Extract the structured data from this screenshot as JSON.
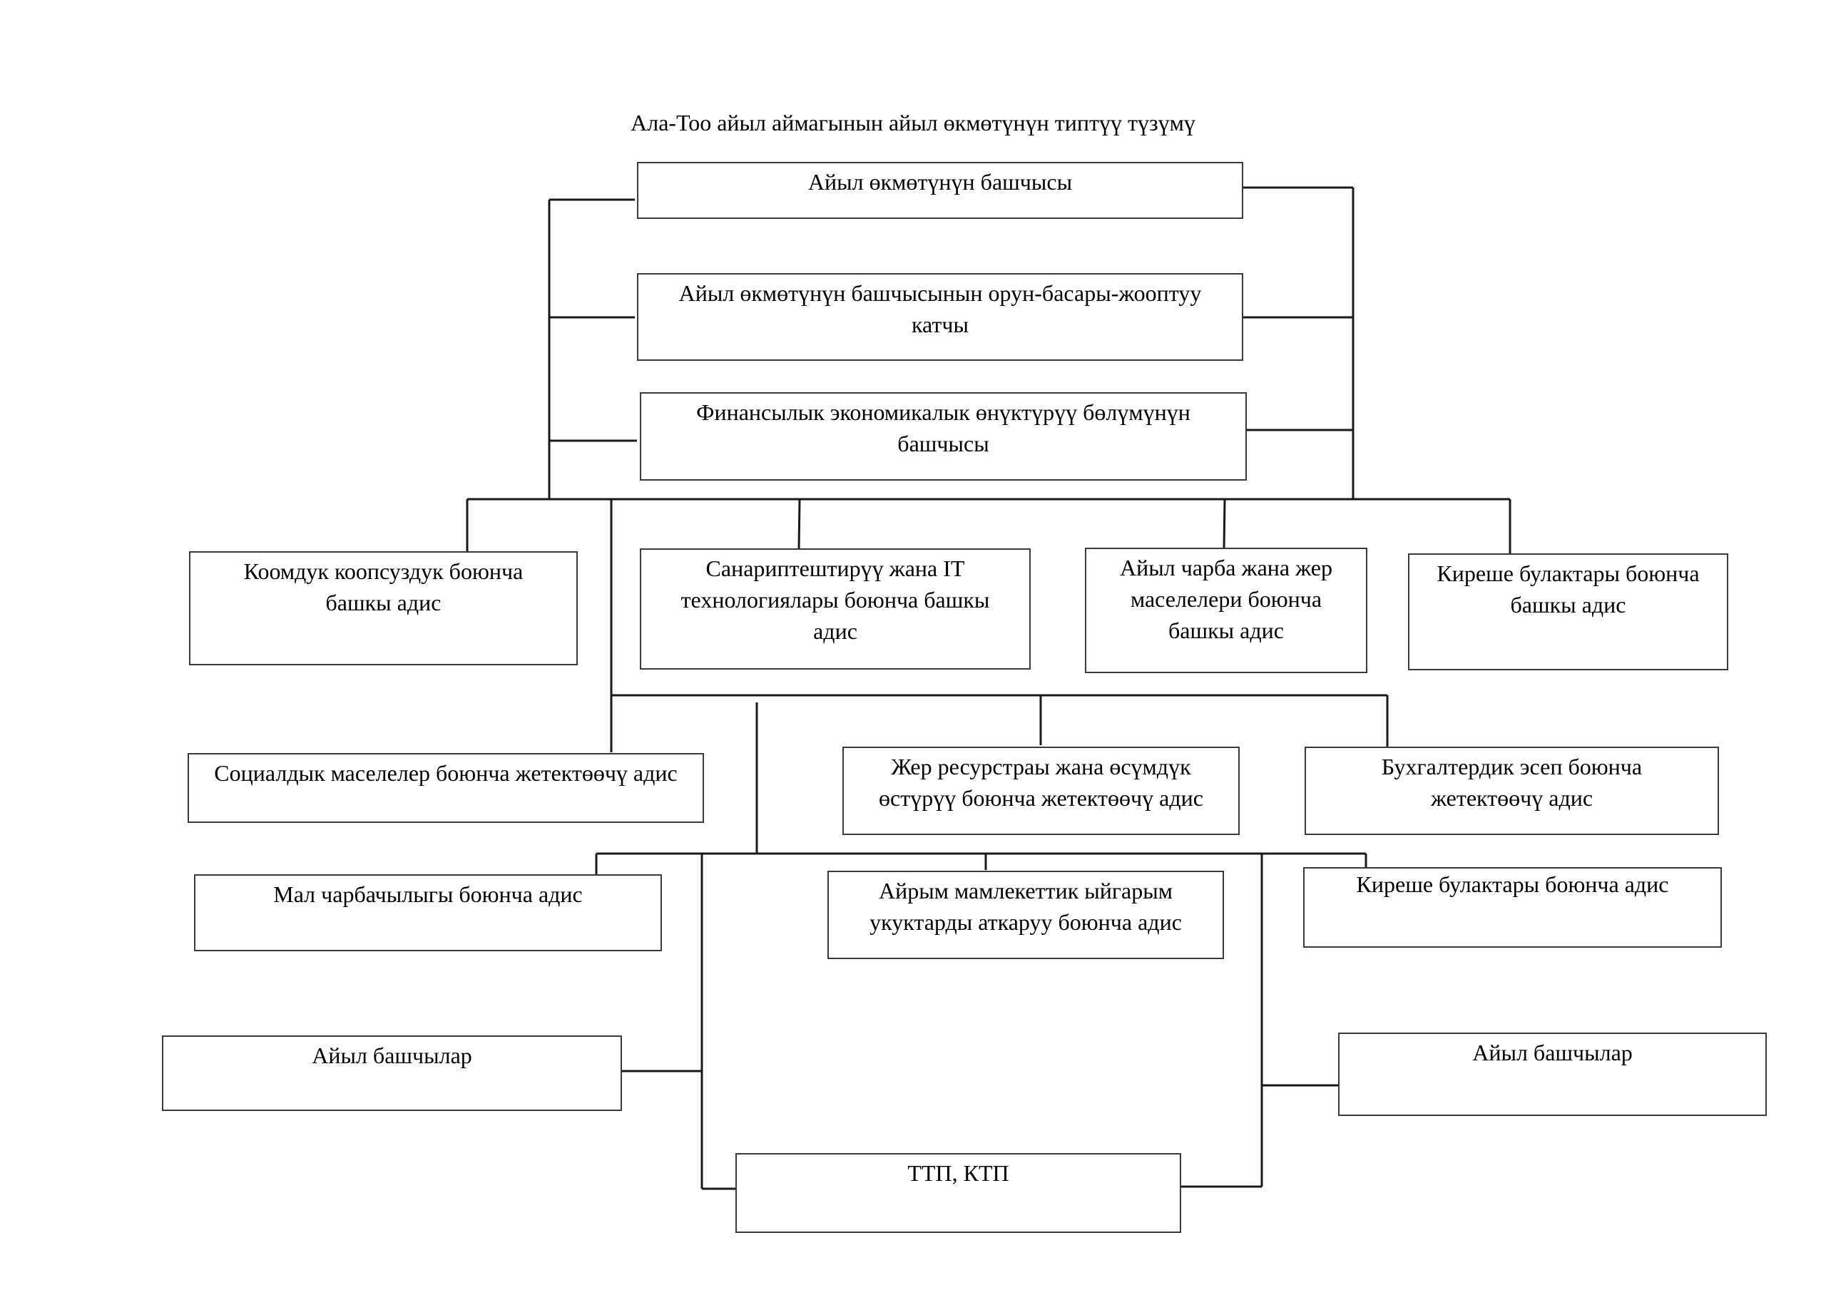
{
  "title": "Ала-Тоо айыл аймагынын айыл өкмөтүнүн типтүү түзүмү",
  "nodes": {
    "head": "Айыл өкмөтүнүн башчысы",
    "deputy": "Айыл өкмөтүнүн башчысынын орун-басары-жооптуу катчы",
    "finance": "Финансылык экономикалык өнүктүрүү бөлүмүнүн башчысы",
    "public_safety": "Коомдук коопсуздук боюнча башкы адис",
    "digital": "Санариптештирүү жана IT технологиялары боюнча башкы адис",
    "agri_land": "Айыл чарба жана жер маселелери  боюнча башкы адис",
    "revenue_chief": "Киреше булактары боюнча башкы адис",
    "social": "Социалдык маселелер боюнча жетектөөчү адис",
    "land_resources": "Жер ресурстраы жана өсүмдүк өстүрүү боюнча жетектөөчү адис",
    "accounting": "Бухгалтердик эсеп боюнча жетектөөчү адис",
    "livestock": "Мал чарбачылыгы боюнча адис",
    "state_fees": "Айрым мамлекеттик ыйгарым укуктарды аткаруу боюнча адис",
    "revenue": "Киреше булактары боюнча адис",
    "village_heads_left": "Айыл башчылар",
    "village_heads_right": "Айыл башчылар",
    "ttp": "ТТП, КТП"
  }
}
